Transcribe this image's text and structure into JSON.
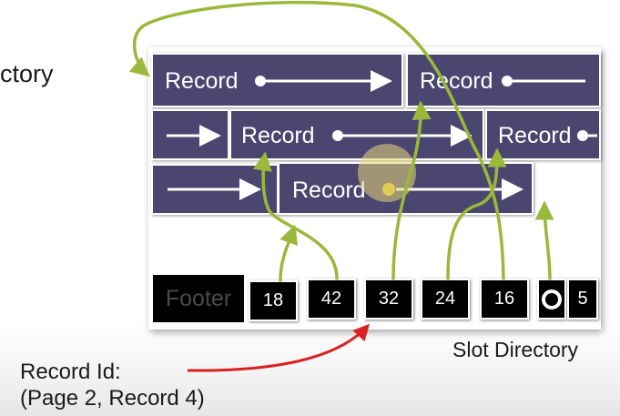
{
  "left_text": "ctory",
  "records": {
    "row1": [
      "Record",
      "Record"
    ],
    "row2": [
      "Record",
      "Record"
    ],
    "row3": [
      "Record"
    ]
  },
  "footer_label": "Footer",
  "slots": [
    "18",
    "42",
    "32",
    "24",
    "16",
    "5"
  ],
  "slot_directory_label": "Slot Directory",
  "record_id": {
    "line1": "Record Id:",
    "line2": "(Page 2, Record 4)"
  },
  "colors": {
    "record_fill": "#4b4670",
    "pointer_arrow": "#9ab83a",
    "record_id_arrow": "#d8221f",
    "slot_fill": "#000000"
  }
}
